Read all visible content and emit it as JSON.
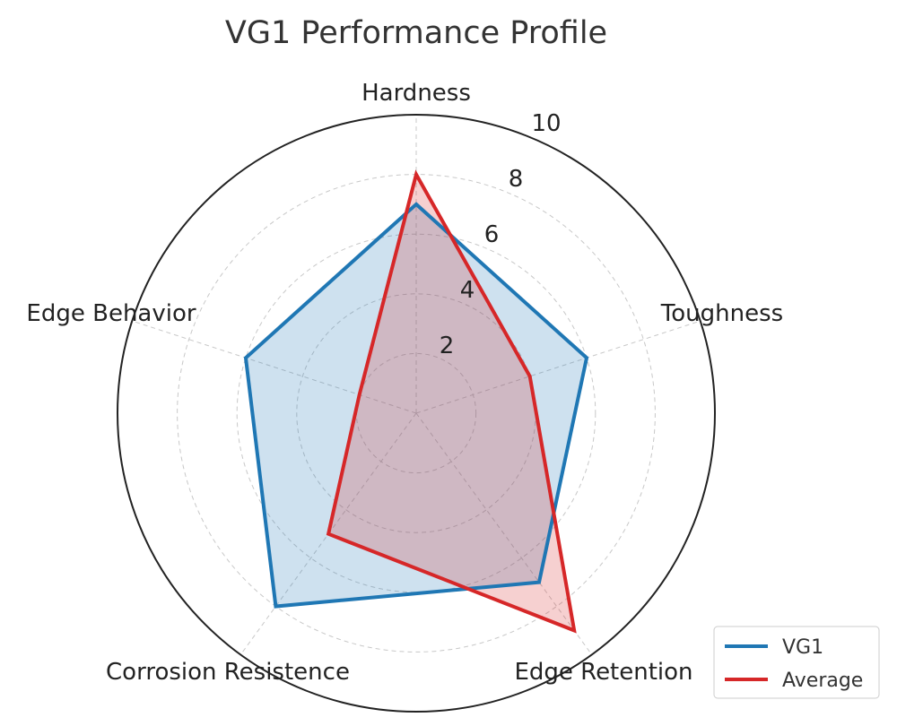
{
  "chart_data": {
    "type": "radar",
    "title": "VG1 Performance Profile",
    "categories": [
      "Hardness",
      "Toughness",
      "Edge Retention",
      "Corrosion Resistence",
      "Edge Behavior"
    ],
    "rticks": [
      2,
      4,
      6,
      8,
      10
    ],
    "rlim": [
      0,
      10
    ],
    "grid": true,
    "legend_position": "bottom-right",
    "series": [
      {
        "name": "VG1",
        "values": [
          7,
          6,
          7,
          8,
          6
        ],
        "color": "#1f77b4"
      },
      {
        "name": "Average",
        "values": [
          8,
          4,
          9,
          5,
          2
        ],
        "color": "#d62728"
      }
    ]
  }
}
